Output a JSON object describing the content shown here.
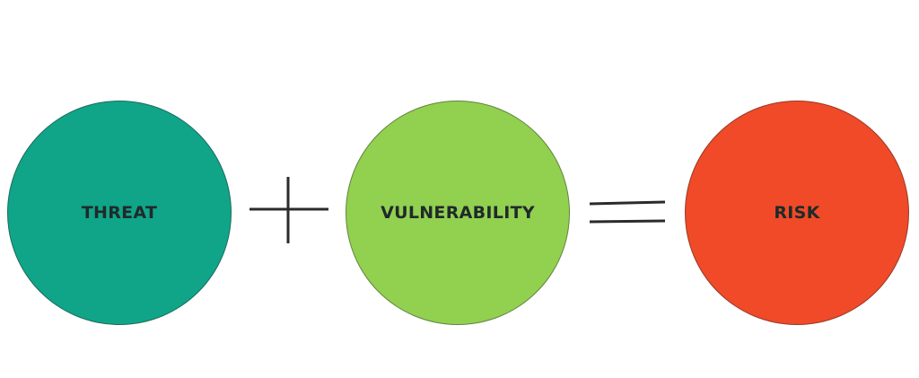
{
  "equation": {
    "terms": [
      {
        "label": "THREAT",
        "color": "#10a588"
      },
      {
        "label": "VULNERABILITY",
        "color": "#92d050"
      },
      {
        "label": "RISK",
        "color": "#f04a28"
      }
    ],
    "operators": [
      "plus-icon",
      "equals-icon"
    ]
  }
}
